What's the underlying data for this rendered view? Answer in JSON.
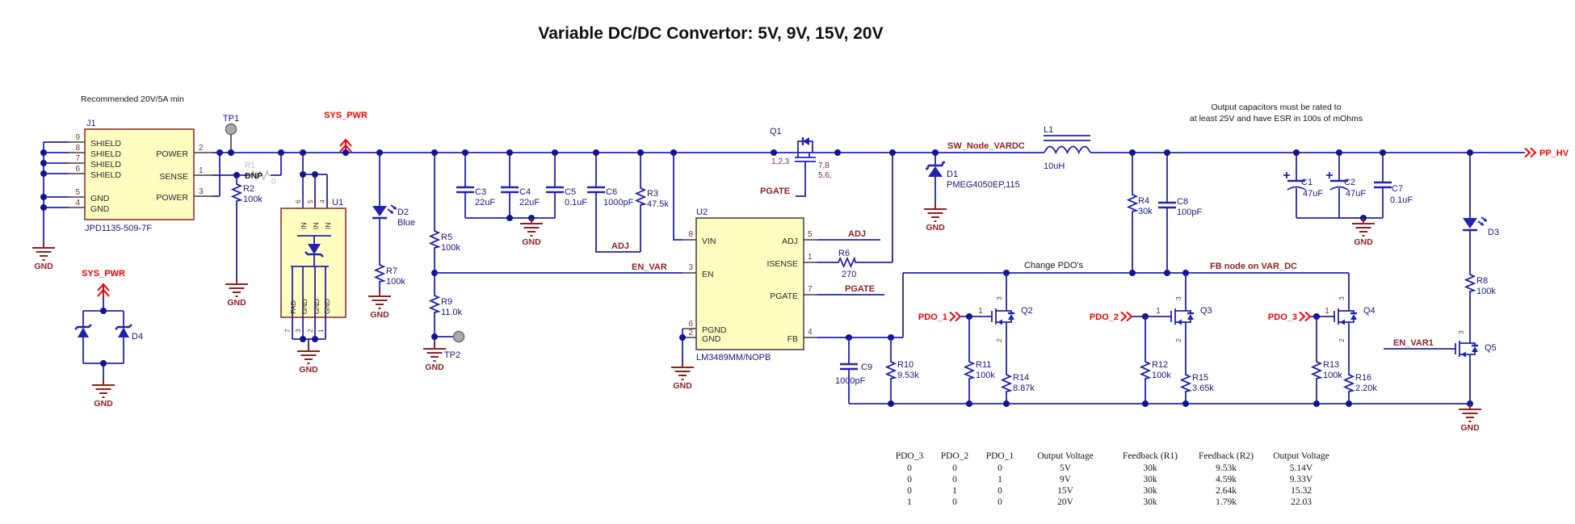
{
  "title": "Variable DC/DC Convertor: 5V, 9V, 15V, 20V",
  "labels": {
    "gnd": "GND"
  },
  "notes": {
    "input": "Recommended 20V/5A min",
    "outcap_1": "Output capacitors must be rated to",
    "outcap_2": "at least 25V and have ESR in 100s of mOhms",
    "change_pdos": "Change PDO's",
    "fb_node": "FB node on VAR_DC"
  },
  "nets": {
    "sys_pwr": "SYS_PWR",
    "pp_hv": "PP_HV",
    "sw_node": "SW_Node_VARDC",
    "adj": "ADJ",
    "pgate": "PGATE",
    "en_var": "EN_VAR",
    "en_var1": "EN_VAR1",
    "pdo_1": "PDO_1",
    "pdo_2": "PDO_2",
    "pdo_3": "PDO_3"
  },
  "j1": {
    "ref": "J1",
    "part": "JPD1135-509-7F",
    "pins_left": [
      {
        "n": "9",
        "name": "SHIELD"
      },
      {
        "n": "8",
        "name": "SHIELD"
      },
      {
        "n": "7",
        "name": "SHIELD"
      },
      {
        "n": "6",
        "name": "SHIELD"
      },
      {
        "n": "5",
        "name": "GND"
      },
      {
        "n": "4",
        "name": "GND"
      }
    ],
    "pins_right": [
      {
        "n": "2",
        "name": "POWER"
      },
      {
        "n": "1",
        "name": "SENSE"
      },
      {
        "n": "3",
        "name": "POWER"
      }
    ]
  },
  "u1": {
    "ref": "U1",
    "top": [
      {
        "n": "6",
        "name": "IN"
      },
      {
        "n": "5",
        "name": "IN"
      },
      {
        "n": "4",
        "name": "IN"
      }
    ],
    "bottom": [
      {
        "n": "7",
        "name": "PAD"
      },
      {
        "n": "3",
        "name": "GND"
      },
      {
        "n": "2",
        "name": "GND"
      },
      {
        "n": "1",
        "name": "GND"
      }
    ]
  },
  "u2": {
    "ref": "U2",
    "part": "LM3489MM/NOPB",
    "pins": {
      "vin": {
        "n": "8",
        "name": "VIN"
      },
      "en": {
        "n": "3",
        "name": "EN"
      },
      "pgnd": {
        "n": "6",
        "name": "PGND"
      },
      "gnd": {
        "n": "2",
        "name": "GND"
      },
      "adj": {
        "n": "5",
        "name": "ADJ"
      },
      "isense": {
        "n": "1",
        "name": "ISENSE"
      },
      "pgate": {
        "n": "7",
        "name": "PGATE"
      },
      "fb": {
        "n": "4",
        "name": "FB"
      }
    }
  },
  "r": {
    "r1": {
      "ref": "R1",
      "val": "0",
      "note": "DNP"
    },
    "r2": {
      "ref": "R2",
      "val": "100k"
    },
    "r3": {
      "ref": "R3",
      "val": "47.5k"
    },
    "r4": {
      "ref": "R4",
      "val": "30k"
    },
    "r5": {
      "ref": "R5",
      "val": "100k"
    },
    "r6": {
      "ref": "R6",
      "val": "270"
    },
    "r7": {
      "ref": "R7",
      "val": "100k"
    },
    "r8": {
      "ref": "R8",
      "val": "100k"
    },
    "r9": {
      "ref": "R9",
      "val": "11.0k"
    },
    "r10": {
      "ref": "R10",
      "val": "9.53k"
    },
    "r11": {
      "ref": "R11",
      "val": "100k"
    },
    "r12": {
      "ref": "R12",
      "val": "100k"
    },
    "r13": {
      "ref": "R13",
      "val": "100k"
    },
    "r14": {
      "ref": "R14",
      "val": "8.87k"
    },
    "r15": {
      "ref": "R15",
      "val": "3.65k"
    },
    "r16": {
      "ref": "R16",
      "val": "2.20k"
    }
  },
  "c": {
    "c1": {
      "ref": "C1",
      "val": "47uF"
    },
    "c2": {
      "ref": "C2",
      "val": "47uF"
    },
    "c3": {
      "ref": "C3",
      "val": "22uF"
    },
    "c4": {
      "ref": "C4",
      "val": "22uF"
    },
    "c5": {
      "ref": "C5",
      "val": "0.1uF"
    },
    "c6": {
      "ref": "C6",
      "val": "1000pF"
    },
    "c7": {
      "ref": "C7",
      "val": "0.1uF"
    },
    "c8": {
      "ref": "C8",
      "val": "100pF"
    },
    "c9": {
      "ref": "C9",
      "val": "1000pF"
    }
  },
  "l": {
    "l1": {
      "ref": "L1",
      "val": "10uH"
    }
  },
  "d": {
    "d1": {
      "ref": "D1",
      "val": "PMEG4050EP,115"
    },
    "d2": {
      "ref": "D2",
      "val": "Blue"
    },
    "d3": {
      "ref": "D3"
    },
    "d4": {
      "ref": "D4"
    }
  },
  "q": {
    "q1": {
      "ref": "Q1",
      "pins_src": "1,2,3",
      "pins_d1": "7,8",
      "pins_d2": "5,6,"
    },
    "q2": {
      "ref": "Q2"
    },
    "q3": {
      "ref": "Q3"
    },
    "q4": {
      "ref": "Q4"
    },
    "q5": {
      "ref": "Q5"
    },
    "gate_n": "1",
    "drain_n": "3",
    "source_n": "2"
  },
  "tp": {
    "tp1": "TP1",
    "tp2": "TP2"
  },
  "table": {
    "headers": [
      "PDO_3",
      "PDO_2",
      "PDO_1",
      "Output Voltage",
      "Feedback (R1)",
      "Feedback (R2)",
      "Output Voltage"
    ],
    "rows": [
      [
        "0",
        "0",
        "0",
        "5V",
        "30k",
        "9.53k",
        "5.14V"
      ],
      [
        "0",
        "0",
        "1",
        "9V",
        "30k",
        "4.59k",
        "9.33V"
      ],
      [
        "0",
        "1",
        "0",
        "15V",
        "30k",
        "2.64k",
        "15.32"
      ],
      [
        "1",
        "0",
        "0",
        "20V",
        "30k",
        "1.79k",
        "22.03"
      ]
    ]
  }
}
